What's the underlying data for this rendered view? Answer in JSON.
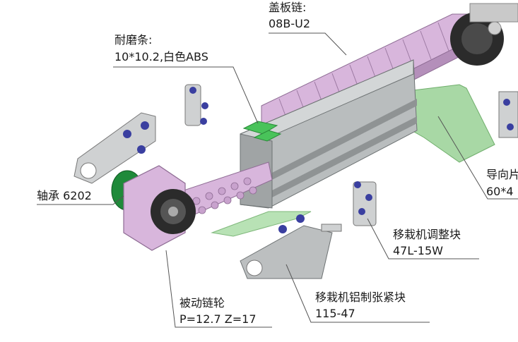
{
  "labels": {
    "cover_chain_name": "盖板链:",
    "cover_chain_spec": "08B-U2",
    "wear_strip_name": "耐磨条:",
    "wear_strip_spec": "10*10.2,白色ABS",
    "guide_name_partial": "导向片",
    "guide_spec_partial": "60*4",
    "bearing": "轴承 6202",
    "adjust_block_name": "移栽机调整块",
    "adjust_block_spec": "47L-15W",
    "tension_block_name": "移栽机铝制张紧块",
    "tension_block_spec": "115-47",
    "driven_sprocket_name": "被动链轮",
    "driven_sprocket_spec": "P=12.7 Z=17"
  },
  "colors": {
    "chain_pink": "#d8b6dc",
    "chain_dark": "#b48fba",
    "rail_grey": "#a9adae",
    "wear_green": "#49c35a",
    "guide_green": "#a8d8a5",
    "bearing_green": "#1f8a3a",
    "sprocket_black": "#2b2b2b",
    "bolt_blue": "#3a3fa0",
    "leader_line": "#555555"
  }
}
